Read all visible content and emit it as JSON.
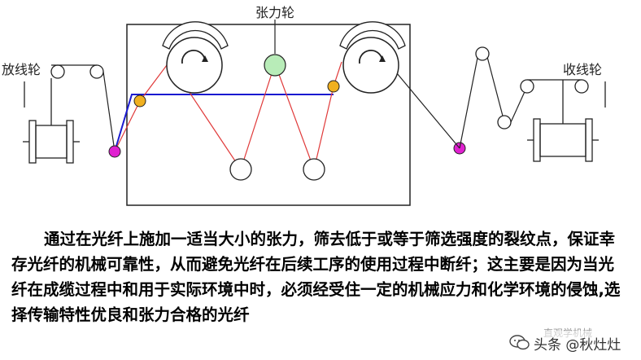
{
  "labels": {
    "tension_wheel": "张力轮",
    "payoff_wheel": "放线轮",
    "takeup_wheel": "收线轮"
  },
  "caption": "通过在光纤上施加一适当大小的张力，筛去低于或等于筛选强度的裂纹点，保证幸存光纤的机械可靠性，从而避免光纤在后续工序的使用过程中断纤；这主要是因为当光纤在成缆过程中和用于实际环境中时，必须经受住一定的机械应力和化学环境的侵蚀,选择传输特性优良和张力合格的光纤",
  "watermark": {
    "main": "头条 @秋灶灶",
    "faint": "直观学机械"
  },
  "colors": {
    "fiber_black": "#222222",
    "fiber_red": "#e03a3a",
    "blue_path": "#1a1ad0",
    "tension_wheel_fill": "#b8ecb8",
    "guide_orange": "#f0b020",
    "guide_magenta": "#e020d0"
  }
}
